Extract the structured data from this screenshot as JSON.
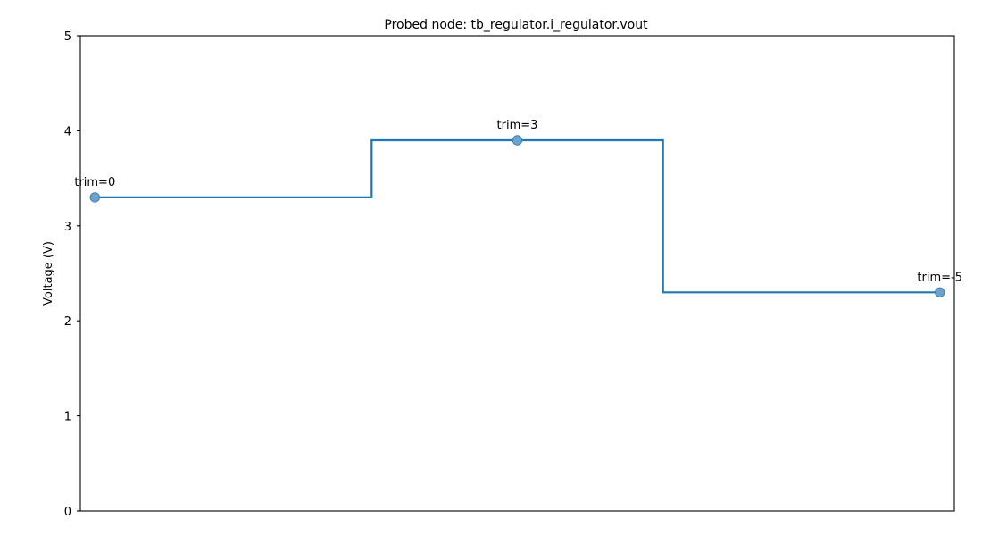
{
  "figure": {
    "title": "Probed node: tb_regulator.i_regulator.vout",
    "background_color": "#ffffff"
  },
  "axes": {
    "ylabel": "Voltage (V)",
    "xlabel": "",
    "ytick_labels": [
      "0",
      "1",
      "2",
      "3",
      "4",
      "5"
    ],
    "xtick_labels": [],
    "grid": "off",
    "spine_color": "#000000"
  },
  "colors": {
    "line": "#1f77b4",
    "marker_face": "#6ba3cd",
    "marker_edge": "#3d7eb5",
    "text": "#000000"
  },
  "chart_data": {
    "type": "line",
    "title": "Probed node: tb_regulator.i_regulator.vout",
    "xlabel": "",
    "ylabel": "Voltage (V)",
    "ylim": [
      0,
      5
    ],
    "xlim": [
      0,
      3
    ],
    "yticks": [
      0,
      1,
      2,
      3,
      4,
      5
    ],
    "xticks": [],
    "grid": false,
    "legend": null,
    "drawstyle": "steps-post",
    "series": [
      {
        "name": "vout",
        "x": [
          0.05,
          1.0,
          2.0,
          2.95
        ],
        "y": [
          3.3,
          3.9,
          2.3,
          2.3
        ],
        "steps": [
          {
            "label": "trim=0",
            "x_start": 0.05,
            "x_end": 1.0,
            "value": 3.3
          },
          {
            "label": "trim=3",
            "x_start": 1.0,
            "x_end": 2.0,
            "value": 3.9
          },
          {
            "label": "trim=-5",
            "x_start": 2.0,
            "x_end": 2.95,
            "value": 2.3
          }
        ]
      }
    ],
    "annotations": [
      {
        "label": "trim=0",
        "x": 0.05,
        "y": 3.3,
        "marker": true
      },
      {
        "label": "trim=3",
        "x": 1.5,
        "y": 3.9,
        "marker": true
      },
      {
        "label": "trim=-5",
        "x": 2.95,
        "y": 2.3,
        "marker": true
      }
    ]
  }
}
